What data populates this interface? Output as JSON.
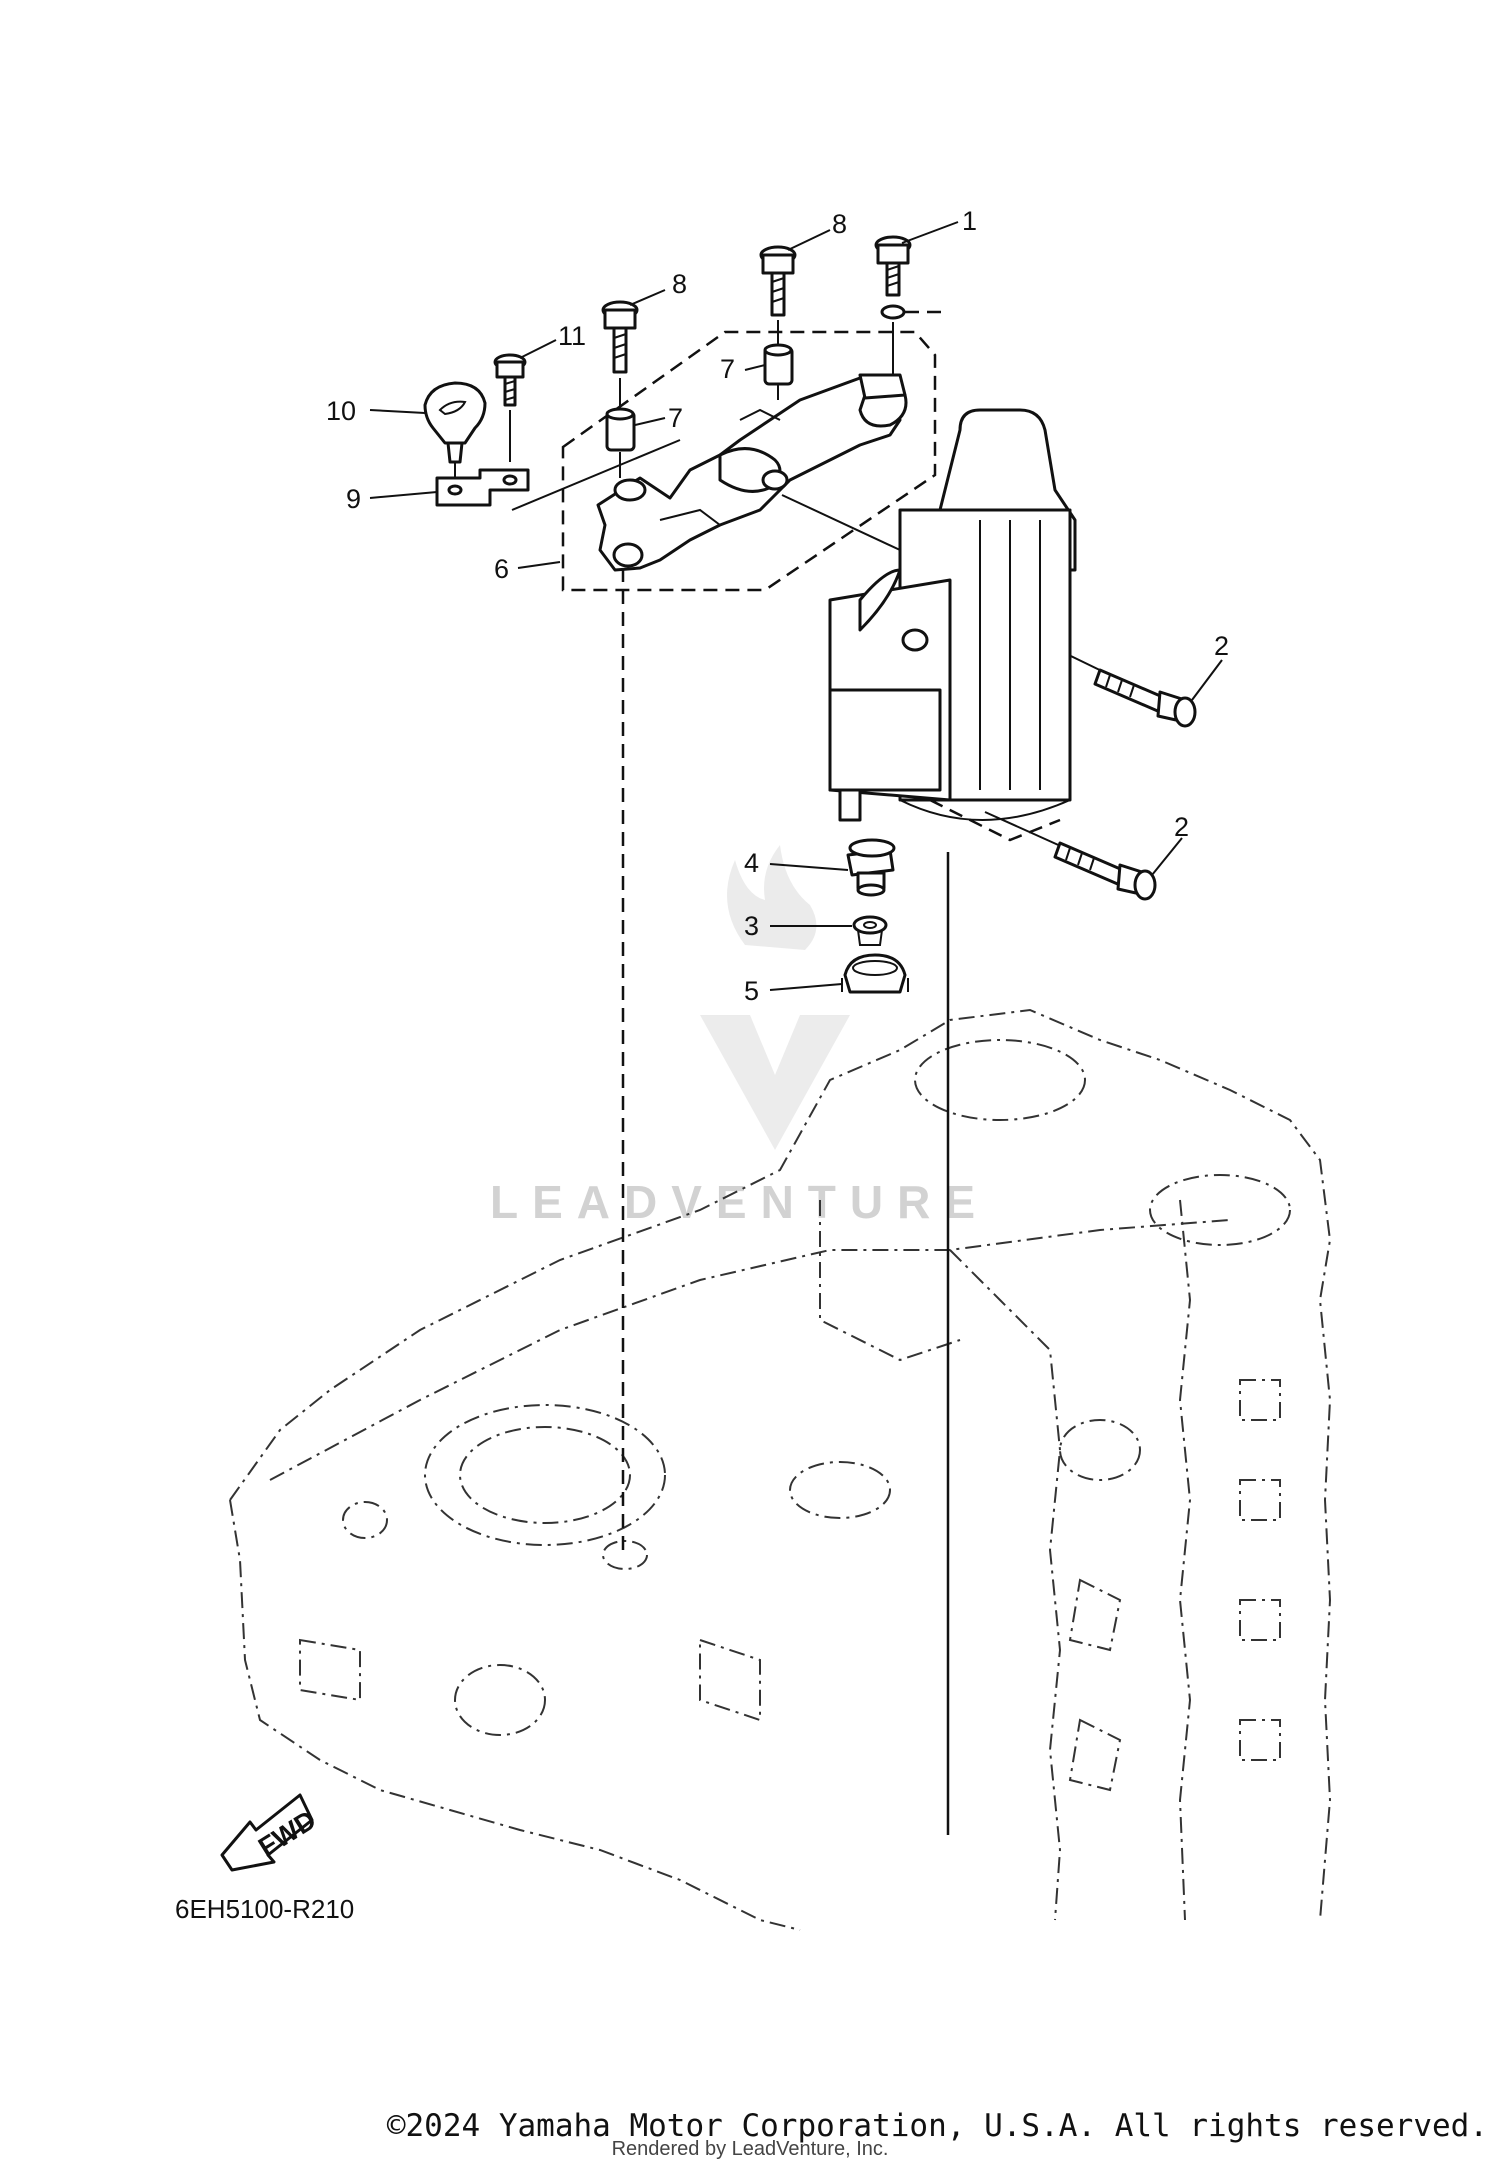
{
  "diagram": {
    "callouts": [
      "1",
      "2",
      "2",
      "3",
      "4",
      "5",
      "6",
      "7",
      "7",
      "8",
      "8",
      "9",
      "10",
      "11"
    ],
    "fwd_label": "FWD",
    "diagram_code": "6EH5100-R210",
    "watermark": "LEADVENTURE"
  },
  "footer": {
    "copyright": "©2024 Yamaha Motor Corporation, U.S.A. All rights reserved.",
    "rendered_by": "Rendered by LeadVenture, Inc."
  }
}
